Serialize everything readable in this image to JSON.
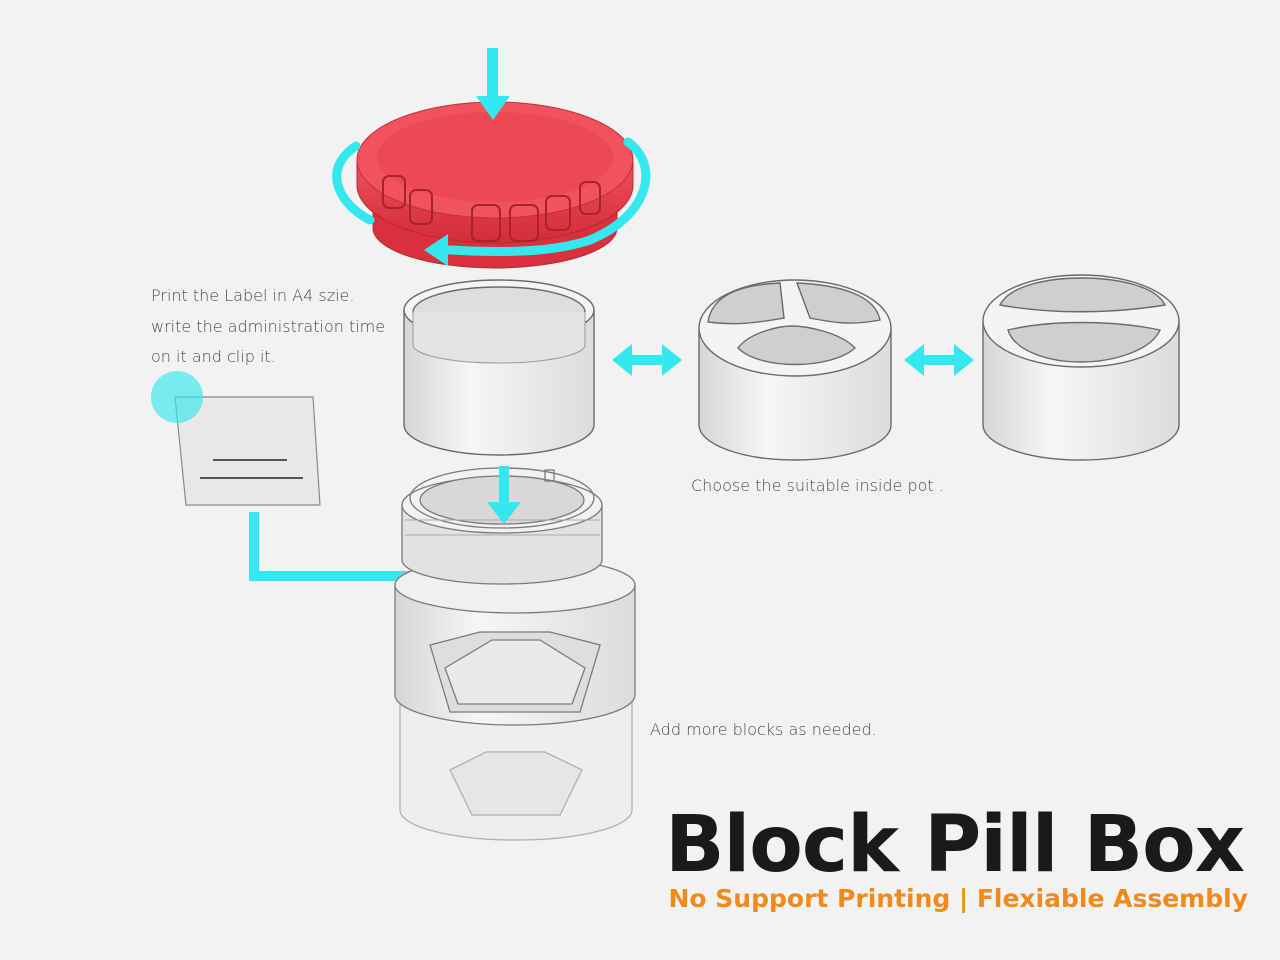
{
  "instructions": {
    "label_lines": [
      "Print the Label in A4 szie.",
      "write the administration time",
      "on it and clip it."
    ],
    "inside_pot": "Choose the suitable inside pot .",
    "more_blocks": "Add more blocks as needed."
  },
  "product": {
    "title": "Block Pill Box",
    "subtitle": "No Support  Printing | Flexiable Assembly"
  },
  "colors": {
    "lid": "#e8404c",
    "arrow": "#33e8ee",
    "subtitle": "#f08a1c",
    "body": "#e6e6e6",
    "outline": "#6a6a6a"
  }
}
